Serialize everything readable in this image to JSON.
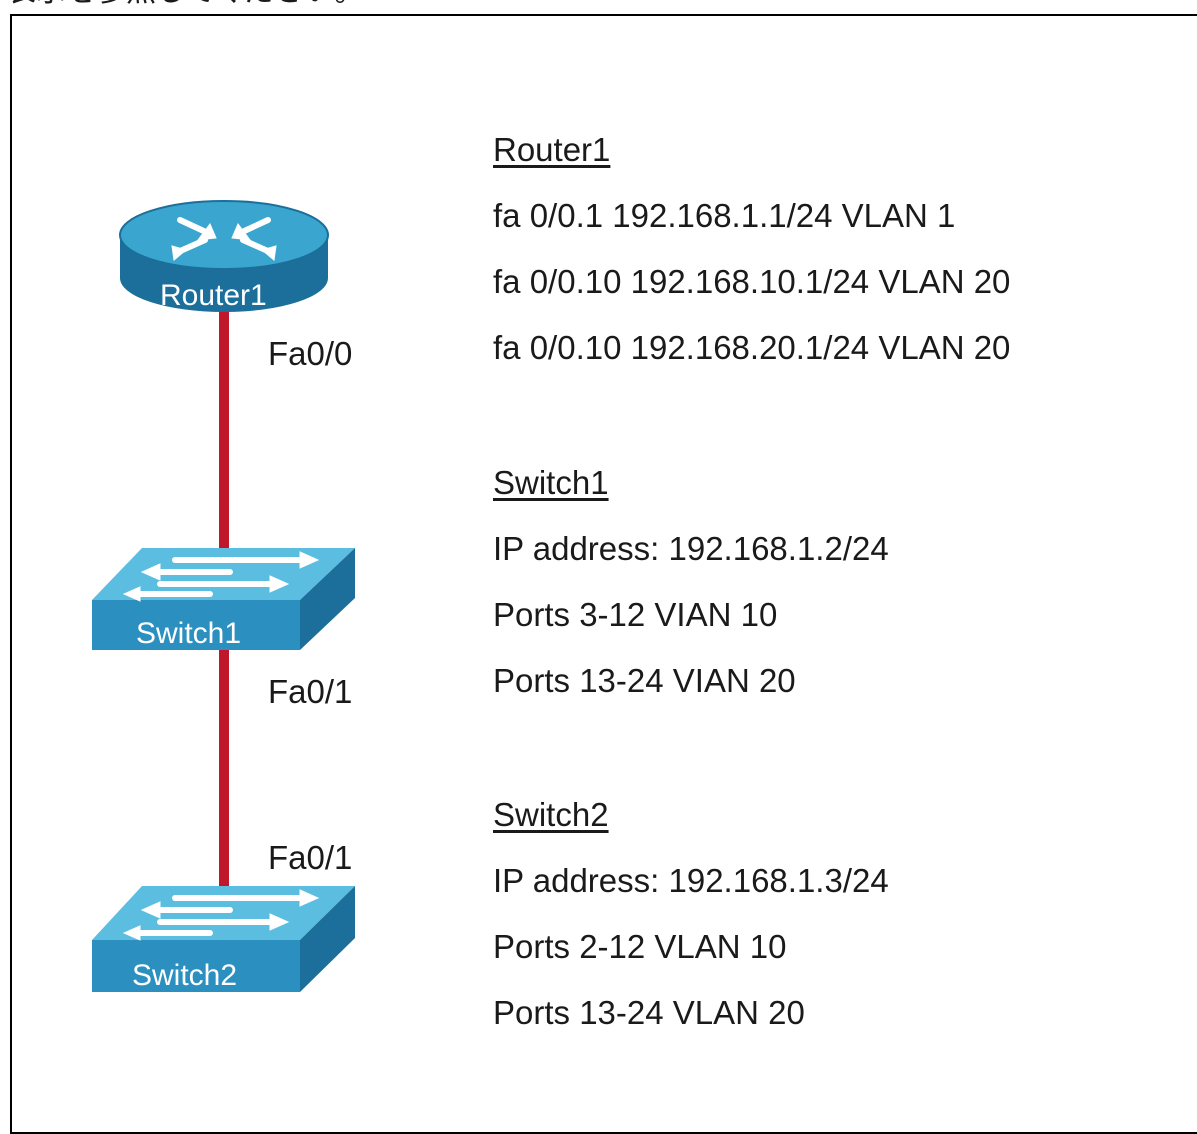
{
  "caption": "表示を参照してください。",
  "devices": {
    "router": {
      "name": "Router1"
    },
    "switch1": {
      "name": "Switch1"
    },
    "switch2": {
      "name": "Switch2"
    }
  },
  "ports": {
    "router_port": "Fa0/0",
    "switch1_port": "Fa0/1",
    "switch2_port": "Fa0/1"
  },
  "config": {
    "router1": {
      "heading": "Router1",
      "lines": [
        "fa 0/0.1 192.168.1.1/24 VLAN 1",
        "fa 0/0.10 192.168.10.1/24 VLAN 20",
        "fa 0/0.10 192.168.20.1/24 VLAN 20"
      ]
    },
    "switch1": {
      "heading": "Switch1",
      "lines": [
        "IP address: 192.168.1.2/24",
        "Ports 3-12 VIAN 10",
        "Ports 13-24 VIAN 20"
      ]
    },
    "switch2": {
      "heading": "Switch2",
      "lines": [
        "IP address: 192.168.1.3/24",
        "Ports 2-12 VLAN 10",
        "Ports 13-24 VLAN 20"
      ]
    }
  },
  "colors": {
    "link": "#c0182a",
    "device_top": "#3aa6cf",
    "device_side": "#1b6f9a",
    "device_front": "#2b8fc0"
  }
}
